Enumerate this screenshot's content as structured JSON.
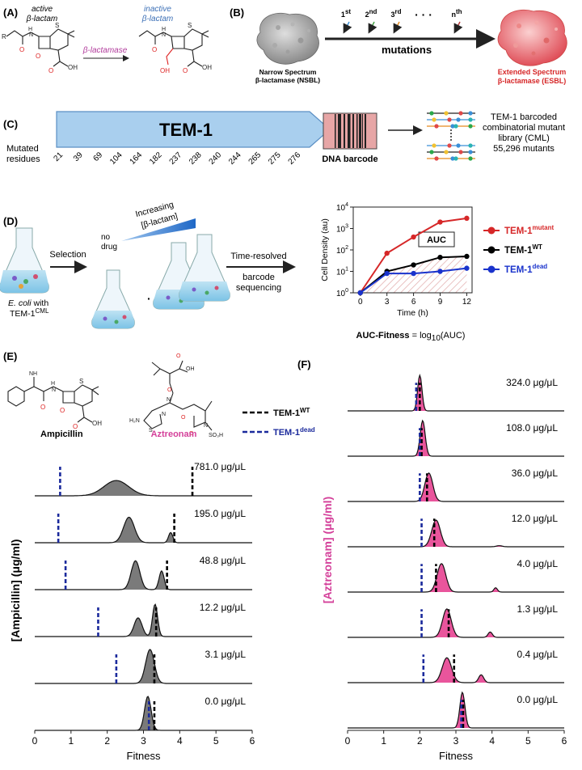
{
  "colors": {
    "ampicillin_fill": "#7a7a7a",
    "aztreonam_fill": "#e9559c",
    "aztreonam_text": "#d4409a",
    "wt_line": "#000000",
    "dead_line": "#1b2a9c",
    "mutant": "#d62728",
    "wt": "#000000",
    "dead": "#1a33cc",
    "tem_box": "#a9cfee",
    "tem_box_stroke": "#5b8fc4",
    "barcode_fill": "#e7a6a6"
  },
  "panelA": {
    "label": "(A)",
    "active_label": "active",
    "active_name": "β-lactam",
    "inactive_label": "inactive",
    "inactive_name": "β-lactam",
    "enzyme": "β-lactamase"
  },
  "panelB": {
    "label": "(B)",
    "steps": [
      "1",
      "2",
      "3",
      "n"
    ],
    "step_sup": [
      "st",
      "nd",
      "rd",
      "th"
    ],
    "dots": "· · ·",
    "mutations": "mutations",
    "nsbl_line1": "Narrow Spectrum",
    "nsbl_line2": "β-lactamase (NSBL)",
    "esbl_line1": "Extended Spectrum",
    "esbl_line2": "β-lactamase (ESBL)"
  },
  "panelC": {
    "label": "(C)",
    "gene": "TEM-1",
    "mutated_line1": "Mutated",
    "mutated_line2": "residues",
    "residues": [
      "21",
      "39",
      "69",
      "104",
      "164",
      "182",
      "237",
      "238",
      "240",
      "244",
      "265",
      "275",
      "276"
    ],
    "barcode": "DNA barcode",
    "lib_line1": "TEM-1 barcoded",
    "lib_line2": "combinatorial mutant",
    "lib_line3": "library (CML)",
    "lib_line4": "55,296 mutants"
  },
  "panelD": {
    "label": "(D)",
    "selection": "Selection",
    "no_drug_1": "no",
    "no_drug_2": "drug",
    "increasing_1": "Increasing",
    "increasing_2": "[β-lactam]",
    "ecoli_1": "E. coli",
    "ecoli_1b": " with",
    "ecoli_2": "TEM-1",
    "ecoli_2_sup": "CML",
    "time_resolved": "Time-resolved",
    "barcode_seq_1": "barcode",
    "barcode_seq_2": "sequencing",
    "auc_fitness_bold": "AUC-Fitness",
    "auc_fitness_rest": " = log",
    "auc_fitness_sub": "10",
    "auc_fitness_end": "(AUC)"
  },
  "growth_chart": {
    "type": "line",
    "xlabel": "Time (h)",
    "ylabel": "Cell Density (au)",
    "x_ticks": [
      "0",
      "3",
      "6",
      "9",
      "12"
    ],
    "y_ticks_base": "10",
    "y_ticks_exp": [
      "0",
      "1",
      "2",
      "3",
      "4"
    ],
    "xlim": [
      -0.8,
      12.6
    ],
    "ylim_log10": [
      0,
      4
    ],
    "auc_label": "AUC",
    "x": [
      0,
      3,
      6,
      9,
      12
    ],
    "series": [
      {
        "name": "TEM-1",
        "name_sup": "mutant",
        "color": "#d62728",
        "values": [
          1,
          70,
          400,
          2000,
          3000
        ]
      },
      {
        "name": "TEM-1",
        "name_sup": "WT",
        "color": "#000000",
        "values": [
          1,
          10,
          20,
          45,
          50
        ]
      },
      {
        "name": "TEM-1",
        "name_sup": "dead",
        "color": "#1a33cc",
        "values": [
          1,
          8,
          8,
          10,
          14
        ]
      }
    ]
  },
  "panelE": {
    "label": "(E)",
    "drug1": "Ampicillin",
    "drug2": "Aztreonam",
    "legend_wt": "TEM-1",
    "legend_wt_sup": "WT",
    "legend_dead": "TEM-1",
    "legend_dead_sup": "dead",
    "ylabel": "[Ampicillin] (μg/ml)",
    "xlabel": "Fitness",
    "x_ticks": [
      "0",
      "1",
      "2",
      "3",
      "4",
      "5",
      "6"
    ]
  },
  "panelF": {
    "label": "(F)",
    "ylabel": "[Aztreonam] (μg/ml)",
    "xlabel": "Fitness",
    "x_ticks": [
      "0",
      "1",
      "2",
      "3",
      "4",
      "5",
      "6"
    ]
  },
  "chart_data": [
    {
      "type": "line",
      "title": "",
      "xlabel": "Time (h)",
      "ylabel": "Cell Density (au)",
      "yscale": "log",
      "ylim": [
        1,
        10000
      ],
      "x": [
        0,
        3,
        6,
        9,
        12
      ],
      "series": [
        {
          "name": "TEM-1 mutant",
          "values": [
            1,
            70,
            400,
            2000,
            3000
          ]
        },
        {
          "name": "TEM-1 WT",
          "values": [
            1,
            10,
            20,
            45,
            50
          ]
        },
        {
          "name": "TEM-1 dead",
          "values": [
            1,
            8,
            8,
            10,
            14
          ]
        }
      ]
    },
    {
      "type": "area",
      "title": "",
      "xlabel": "Fitness",
      "ylabel": "[Ampicillin] (μg/ml)",
      "xlim": [
        0,
        6
      ],
      "ridges": [
        {
          "label": "781.0 μg/μL",
          "wt": 4.35,
          "dead": 0.7,
          "peaks": [
            [
              2.25,
              0.34,
              0.45
            ]
          ]
        },
        {
          "label": "195.0 μg/μL",
          "wt": 3.85,
          "dead": 0.65,
          "peaks": [
            [
              2.6,
              0.15,
              0.75
            ],
            [
              3.75,
              0.06,
              0.3
            ]
          ]
        },
        {
          "label": "48.8 μg/μL",
          "wt": 3.65,
          "dead": 0.85,
          "peaks": [
            [
              2.78,
              0.12,
              0.85
            ],
            [
              3.5,
              0.07,
              0.55
            ]
          ]
        },
        {
          "label": "12.2 μg/μL",
          "wt": 3.35,
          "dead": 1.75,
          "peaks": [
            [
              2.85,
              0.11,
              0.55
            ],
            [
              3.32,
              0.07,
              0.95
            ]
          ]
        },
        {
          "label": "3.1 μg/μL",
          "wt": 3.3,
          "dead": 2.25,
          "peaks": [
            [
              3.18,
              0.12,
              1.0
            ]
          ]
        },
        {
          "label": "0.0 μg/μL",
          "wt": 3.3,
          "dead": 3.15,
          "peaks": [
            [
              3.12,
              0.09,
              1.0
            ]
          ]
        }
      ]
    },
    {
      "type": "area",
      "title": "",
      "xlabel": "Fitness",
      "ylabel": "[Aztreonam] (μg/ml)",
      "xlim": [
        0,
        6
      ],
      "ridges": [
        {
          "label": "324.0 μg/μL",
          "wt": 2.0,
          "dead": 1.9,
          "peaks": [
            [
              2.0,
              0.06,
              1.0
            ]
          ]
        },
        {
          "label": "108.0 μg/μL",
          "wt": 2.05,
          "dead": 2.0,
          "peaks": [
            [
              2.08,
              0.07,
              1.0
            ]
          ]
        },
        {
          "label": "36.0 μg/μL",
          "wt": 2.2,
          "dead": 2.0,
          "peaks": [
            [
              2.25,
              0.11,
              0.8
            ]
          ]
        },
        {
          "label": "12.0 μg/μL",
          "wt": 2.4,
          "dead": 2.05,
          "peaks": [
            [
              2.45,
              0.12,
              0.75
            ],
            [
              4.2,
              0.08,
              0.03
            ]
          ]
        },
        {
          "label": "4.0 μg/μL",
          "wt": 2.45,
          "dead": 2.05,
          "peaks": [
            [
              2.6,
              0.12,
              0.8
            ],
            [
              4.1,
              0.05,
              0.12
            ]
          ]
        },
        {
          "label": "1.3 μg/μL",
          "wt": 2.8,
          "dead": 2.05,
          "peaks": [
            [
              2.75,
              0.12,
              0.8
            ],
            [
              3.95,
              0.06,
              0.15
            ]
          ]
        },
        {
          "label": "0.4 μg/μL",
          "wt": 2.95,
          "dead": 2.1,
          "peaks": [
            [
              2.75,
              0.13,
              0.7
            ],
            [
              3.7,
              0.07,
              0.22
            ]
          ]
        },
        {
          "label": "0.0 μg/μL",
          "wt": 3.2,
          "dead": 3.15,
          "peaks": [
            [
              3.18,
              0.07,
              1.0
            ]
          ]
        }
      ]
    }
  ]
}
